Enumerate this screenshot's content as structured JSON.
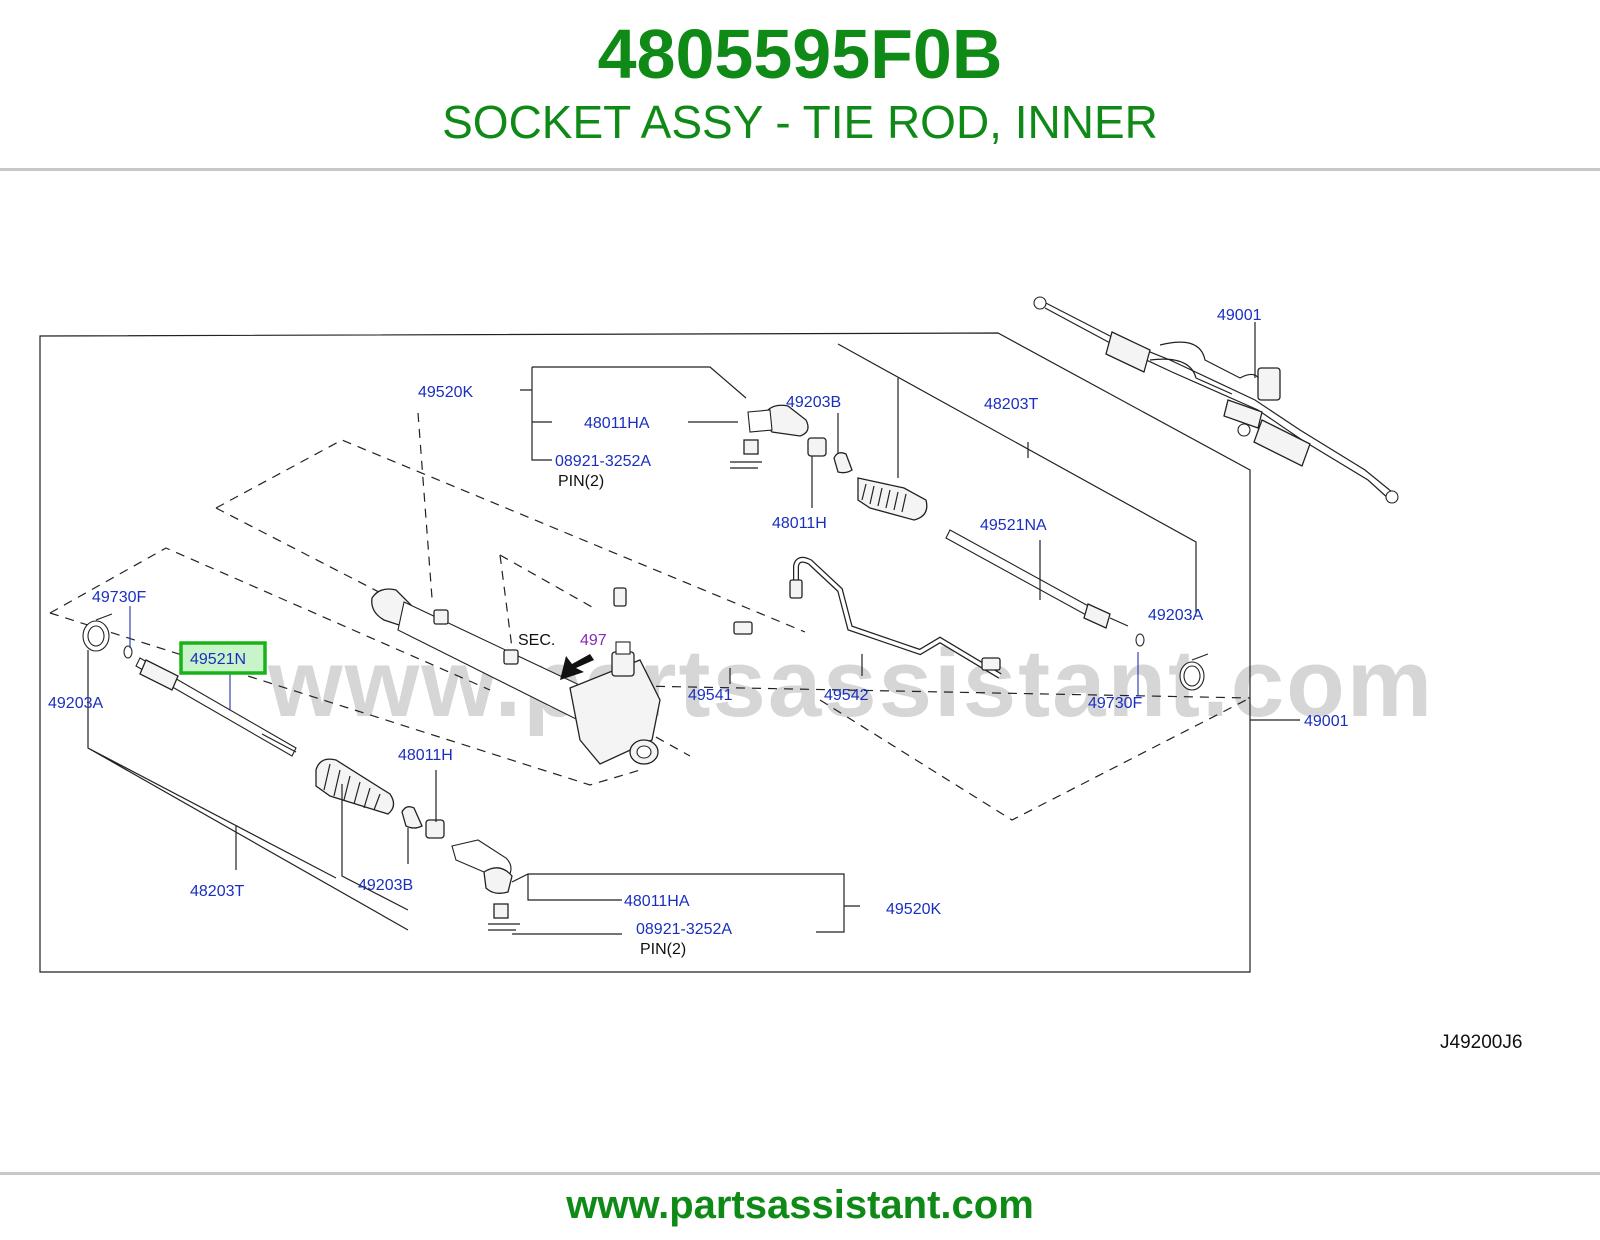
{
  "header": {
    "part_number": "4805595F0B",
    "part_name": "SOCKET ASSY - TIE ROD, INNER"
  },
  "diagram": {
    "watermark": "www.partsassistant.com",
    "reference_code": "J49200J6",
    "highlighted_part": "49521N",
    "labels": {
      "p49001_top": "49001",
      "p49520K_top": "49520K",
      "p48011HA_top": "48011HA",
      "p08921_top": "08921-3252A",
      "pin_top": "PIN(2)",
      "p49203B_top": "49203B",
      "p48203T_top": "48203T",
      "p48011H_top": "48011H",
      "p49521NA": "49521NA",
      "p49203A_right": "49203A",
      "p49730F_right": "49730F",
      "p49001_right": "49001",
      "p49730F_left": "49730F",
      "p49521N": "49521N",
      "p49203A_left": "49203A",
      "sec": "SEC.",
      "sec_ref": "497",
      "p49541": "49541",
      "p49542": "49542",
      "p48011H_bottom": "48011H",
      "p48203T_bottom": "48203T",
      "p49203B_bottom": "49203B",
      "p48011HA_bottom": "48011HA",
      "p49520K_bottom": "49520K",
      "p08921_bottom": "08921-3252A",
      "pin_bottom": "PIN(2)"
    }
  },
  "footer": {
    "url": "www.partsassistant.com"
  }
}
